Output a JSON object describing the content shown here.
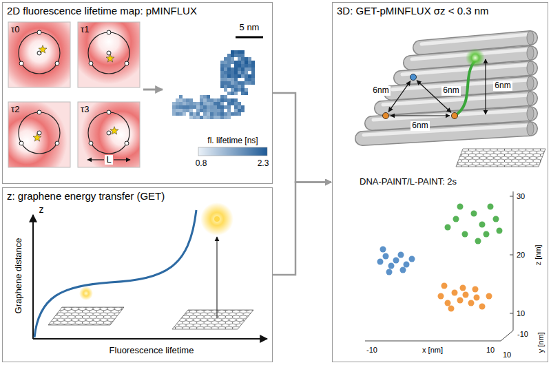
{
  "diagram": {
    "nodes": [
      {
        "text": [
          "2D fluorescence lifetime map: pMINFLUX"
        ]
      },
      {
        "text": [
          "z: graphene energy transfer (GET)"
        ]
      },
      {
        "text": [
          "3D: GET-pMINFLUX σz < 0.3 nm"
        ]
      }
    ],
    "edges": [
      {
        "from": 0,
        "to": 2,
        "arrow": "to"
      },
      {
        "from": 1,
        "to": 2,
        "arrow": "to"
      }
    ],
    "labels": [
      "τ0",
      "τ1",
      "τ2",
      "τ3",
      "L",
      "5 nm",
      "fl. lifetime [ns]",
      "0.8",
      "2.3",
      "Graphene distance",
      "z",
      "Fluorescence lifetime",
      "6nm",
      "6nm",
      "6nm",
      "6nm",
      "DNA-PAINT/L-PAINT: 2s",
      "30",
      "20",
      "10",
      "z [nm]",
      "-10",
      "x [nm]",
      "10",
      "-10",
      "10",
      "y [nm]"
    ]
  }
}
